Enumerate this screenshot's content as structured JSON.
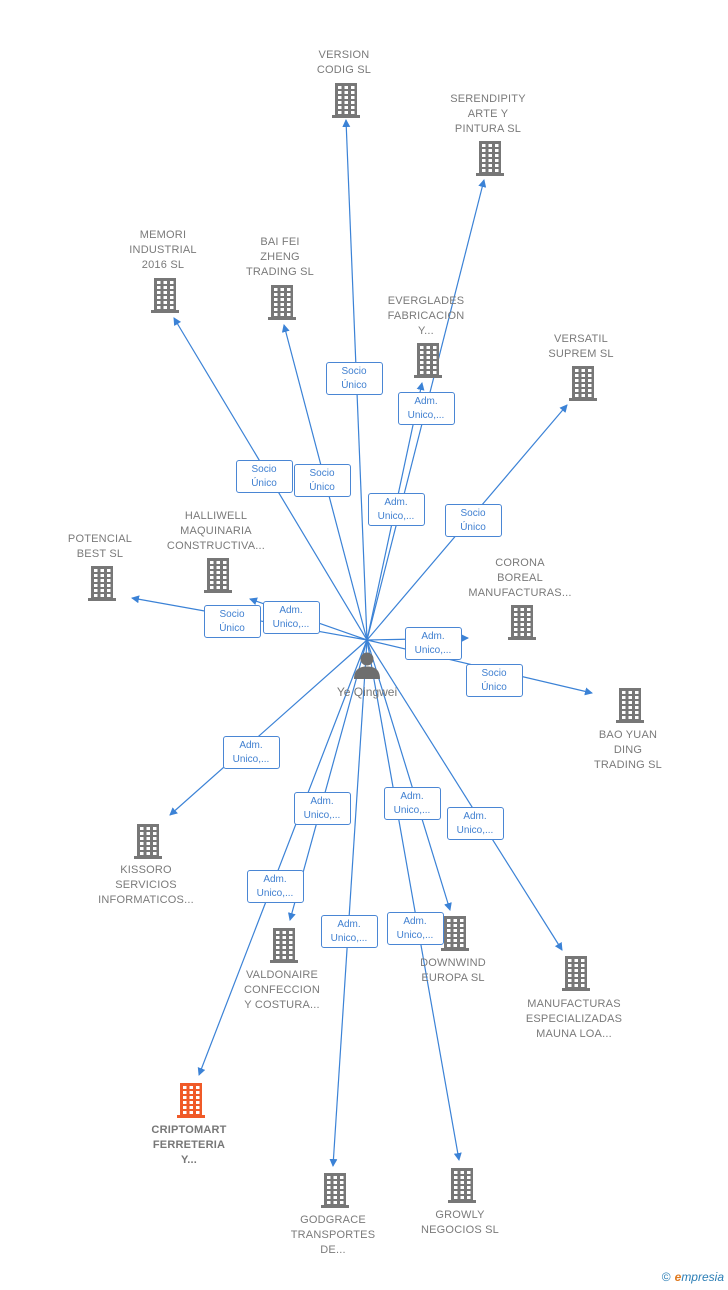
{
  "person": {
    "name": "Ye Qingwei",
    "icon": "person-icon"
  },
  "colors": {
    "edge": "#3b82d6",
    "company": "#777777",
    "highlight": "#f05a28",
    "badge_border": "#4a86d4"
  },
  "companies": [
    {
      "id": "version-codig",
      "label": "VERSION\nCODIG  SL",
      "highlight": false
    },
    {
      "id": "serendipity",
      "label": "SERENDIPITY\nARTE Y\nPINTURA  SL",
      "highlight": false
    },
    {
      "id": "memori",
      "label": "MEMORI\nINDUSTRIAL\n2016  SL",
      "highlight": false
    },
    {
      "id": "bai-fei",
      "label": "BAI FEI\nZHENG\nTRADING  SL",
      "highlight": false
    },
    {
      "id": "everglades",
      "label": "EVERGLADES\nFABRICACION\nY...",
      "highlight": false
    },
    {
      "id": "versatil",
      "label": "VERSATIL\nSUPREM  SL",
      "highlight": false
    },
    {
      "id": "potencial",
      "label": "POTENCIAL\nBEST  SL",
      "highlight": false
    },
    {
      "id": "halliwell",
      "label": "HALLIWELL\nMAQUINARIA\nCONSTRUCTIVA...",
      "highlight": false
    },
    {
      "id": "corona",
      "label": "CORONA\nBOREAL\nMANUFACTURAS...",
      "highlight": false
    },
    {
      "id": "bao-yuan",
      "label": "BAO YUAN\nDING\nTRADING  SL",
      "highlight": false
    },
    {
      "id": "kissoro",
      "label": "KISSORO\nSERVICIOS\nINFORMATICOS...",
      "highlight": false
    },
    {
      "id": "valdonaire",
      "label": "VALDONAIRE\nCONFECCION\nY COSTURA...",
      "highlight": false
    },
    {
      "id": "downwind",
      "label": "DOWNWIND\nEUROPA  SL",
      "highlight": false
    },
    {
      "id": "manufacturas",
      "label": "MANUFACTURAS\nESPECIALIZADAS\nMAUNA LOA...",
      "highlight": false
    },
    {
      "id": "criptomart",
      "label": "CRIPTOMART\nFERRETERIA\nY...",
      "highlight": true
    },
    {
      "id": "godgrace",
      "label": "GODGRACE\nTRANSPORTES\nDE...",
      "highlight": false
    },
    {
      "id": "growly",
      "label": "GROWLY\nNEGOCIOS  SL",
      "highlight": false
    }
  ],
  "relations": [
    {
      "to": "version-codig",
      "label": "Socio\nÚnico"
    },
    {
      "to": "serendipity",
      "label": "Adm.\nUnico,..."
    },
    {
      "to": "memori",
      "label": "Socio\nÚnico"
    },
    {
      "to": "bai-fei",
      "label": "Socio\nÚnico"
    },
    {
      "to": "everglades",
      "label": "Adm.\nUnico,..."
    },
    {
      "to": "versatil",
      "label": "Socio\nÚnico"
    },
    {
      "to": "potencial",
      "label": "Socio\nÚnico"
    },
    {
      "to": "halliwell",
      "label": "Adm.\nUnico,..."
    },
    {
      "to": "corona",
      "label": "Adm.\nUnico,..."
    },
    {
      "to": "bao-yuan",
      "label": "Socio\nÚnico"
    },
    {
      "to": "kissoro",
      "label": "Adm.\nUnico,..."
    },
    {
      "to": "valdonaire",
      "label": "Adm.\nUnico,..."
    },
    {
      "to": "downwind",
      "label": "Adm.\nUnico,..."
    },
    {
      "to": "manufacturas",
      "label": "Adm.\nUnico,..."
    },
    {
      "to": "criptomart",
      "label": "Adm.\nUnico,..."
    },
    {
      "to": "godgrace",
      "label": "Adm.\nUnico,..."
    },
    {
      "to": "growly",
      "label": "Adm.\nUnico,..."
    }
  ],
  "footer": {
    "copyright": "©",
    "brand_initial": "e",
    "brand_rest": "mpresia"
  }
}
